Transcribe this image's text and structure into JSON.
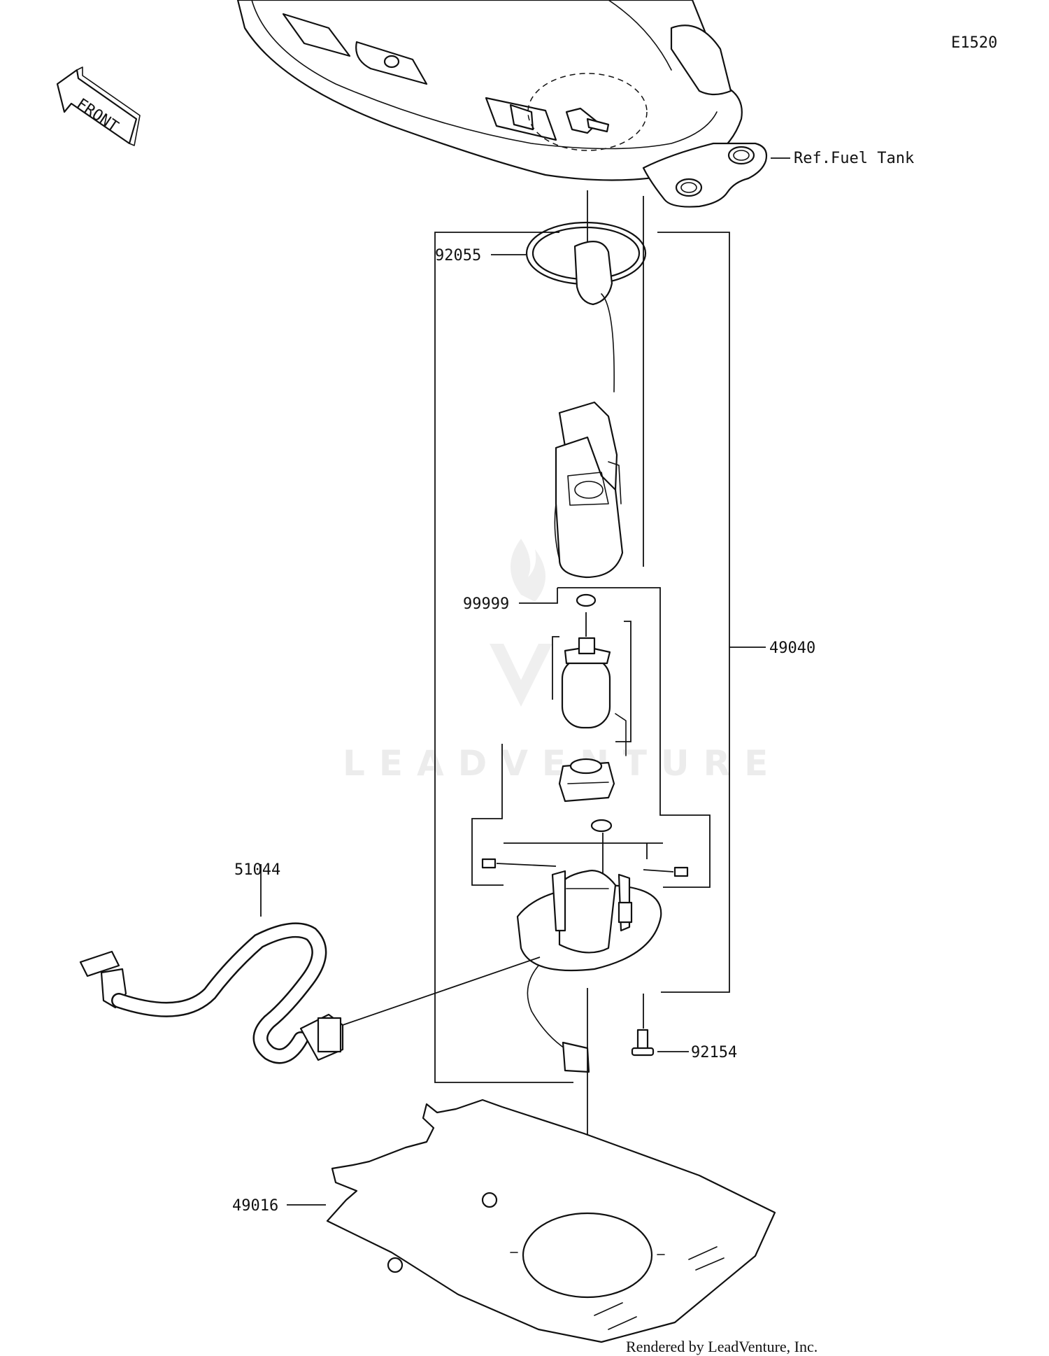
{
  "diagram": {
    "code": "E1520",
    "front_arrow_text": "FRONT",
    "reference": "Ref.Fuel Tank",
    "watermark": "LEADVENTURE",
    "credit": "Rendered by LeadVenture, Inc.",
    "callouts": {
      "oring": "92055",
      "fuel_pump_assy": "49040",
      "gasket": "99999",
      "harness": "51044",
      "bolt": "92154",
      "plate": "49016"
    }
  }
}
